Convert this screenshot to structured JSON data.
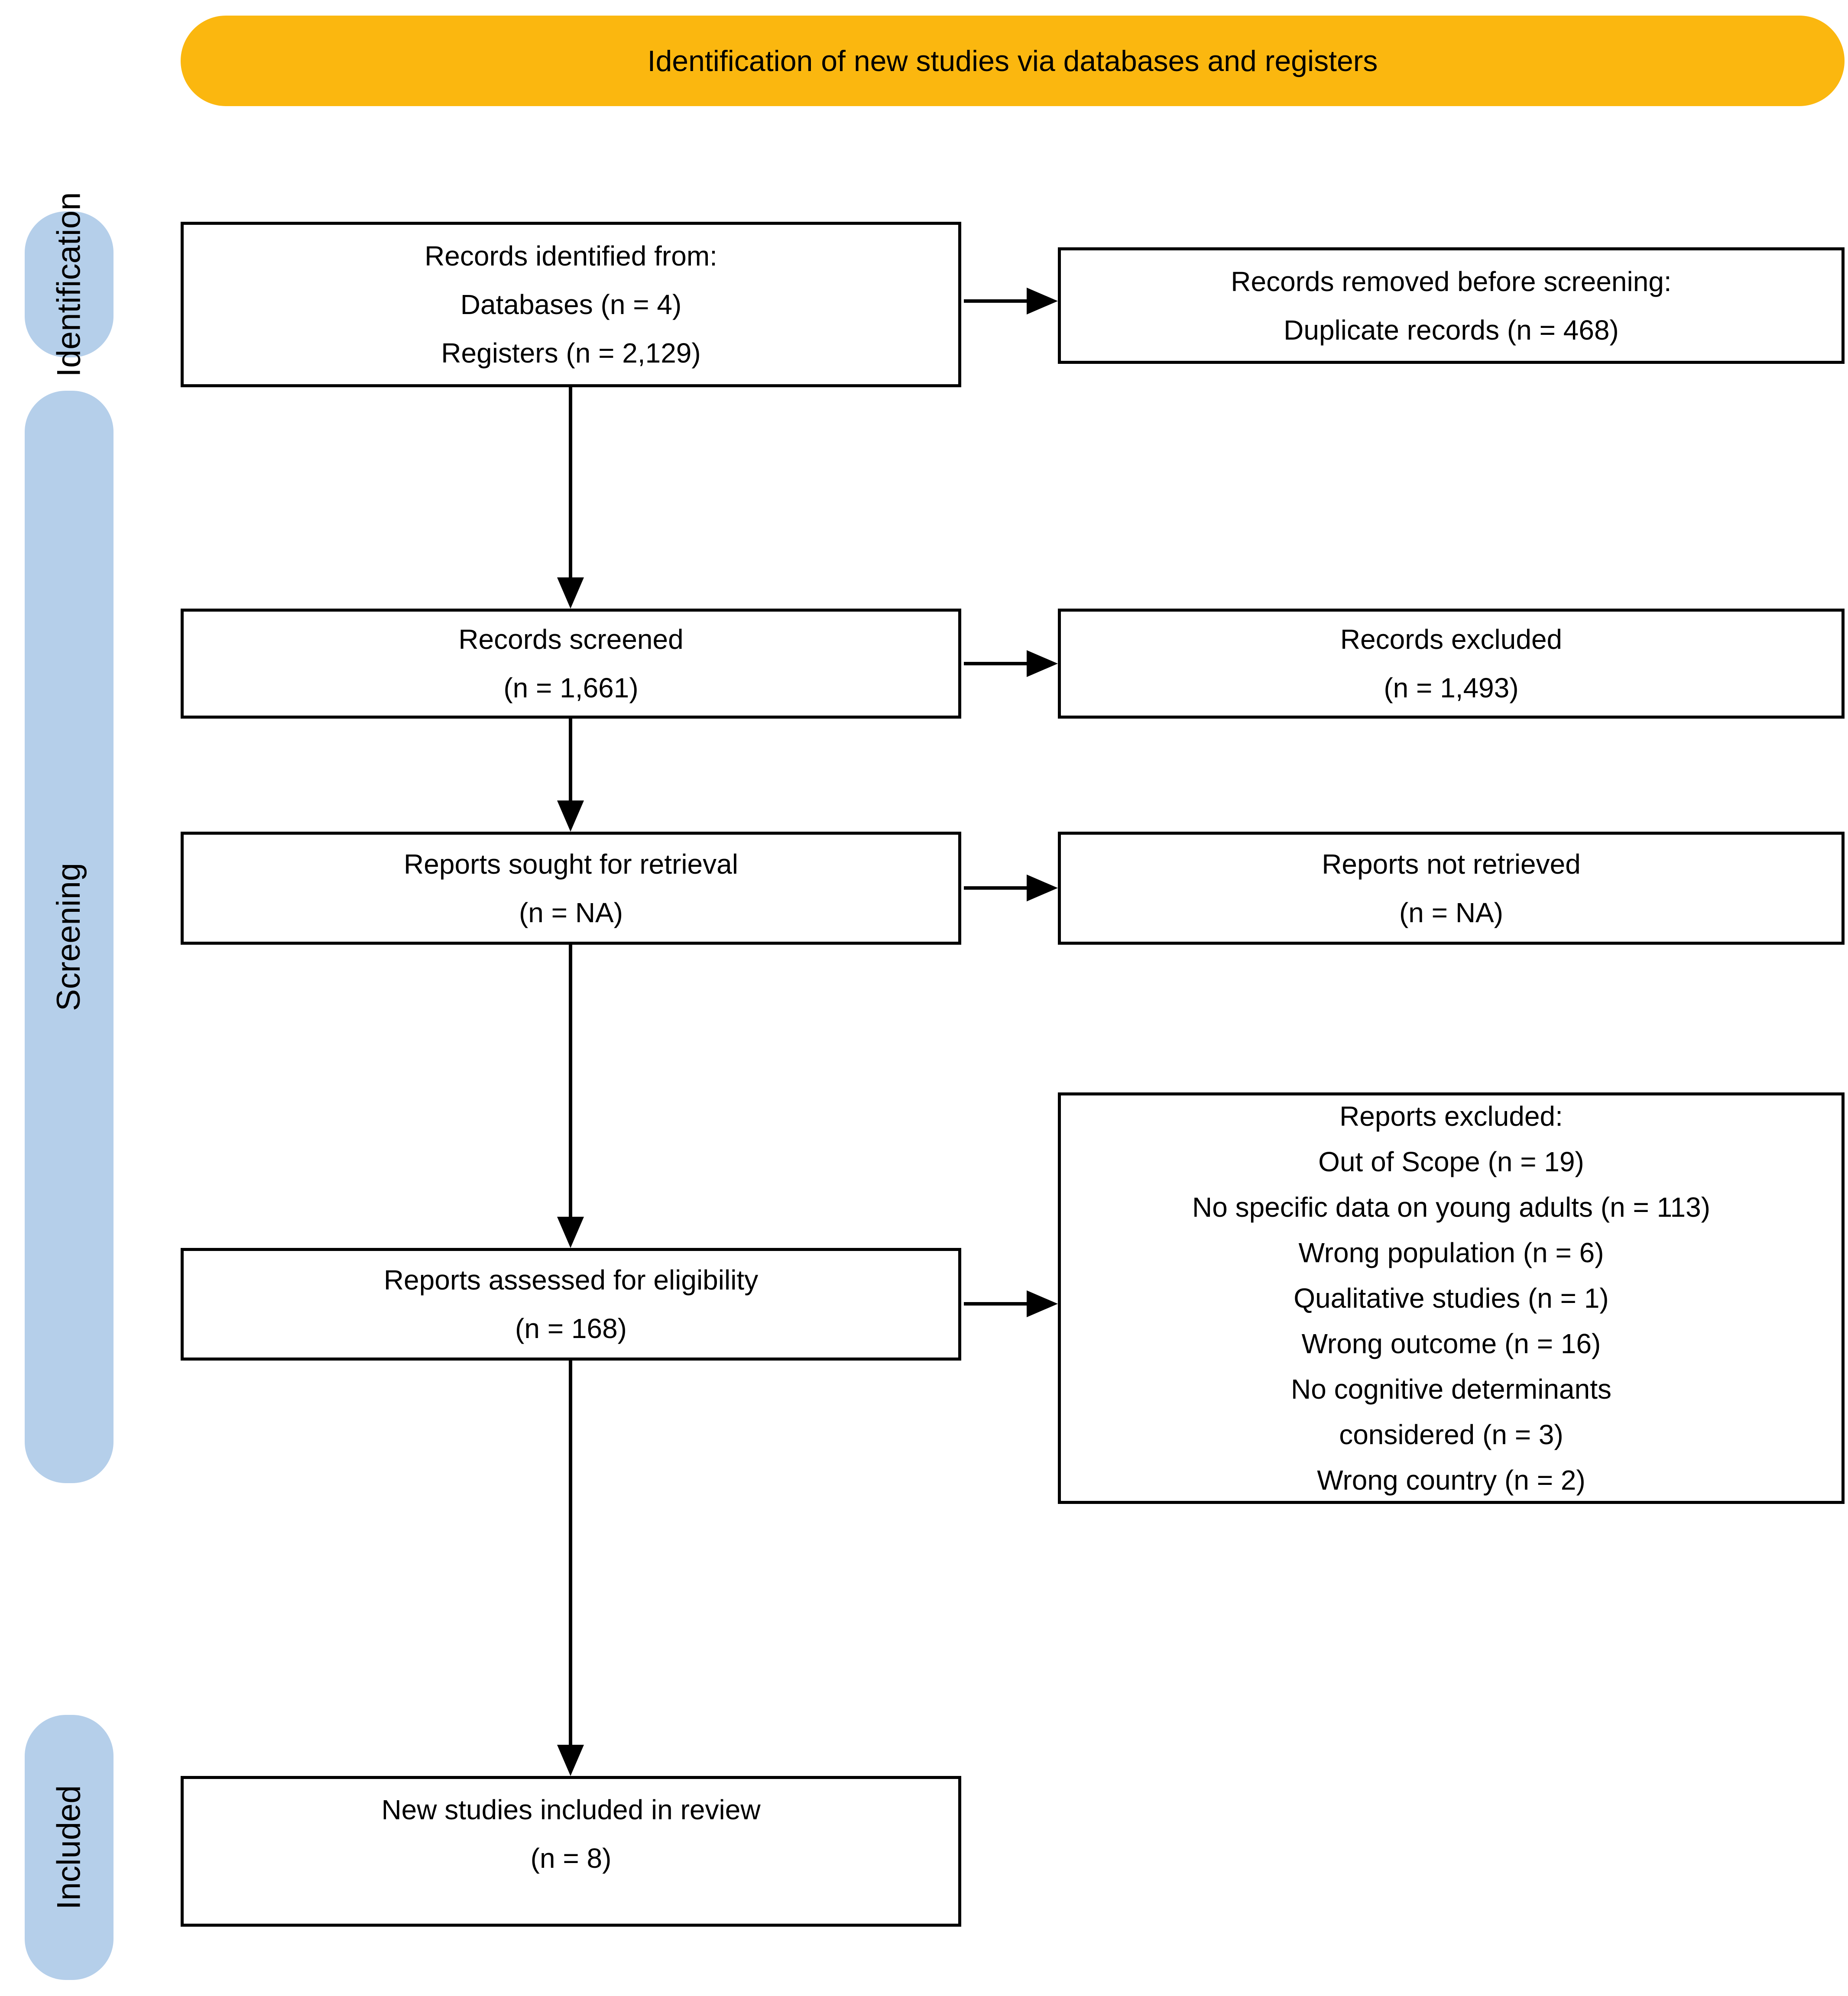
{
  "banner": {
    "label": "Identification of new studies via databases and registers",
    "bg_color": "#FBB70F"
  },
  "side_stages": {
    "bg_color": "#B5CFEA",
    "identification": "Identification",
    "screening": "Screening",
    "included": "Included"
  },
  "flow": {
    "identified": {
      "lines": [
        "Records identified from:",
        "Databases (n = 4)",
        "Registers (n = 2,129)"
      ]
    },
    "removed_before_screening": {
      "lines": [
        "Records removed before screening:",
        "Duplicate records (n = 468)"
      ]
    },
    "screened": {
      "lines": [
        "Records screened",
        "(n = 1,661)"
      ]
    },
    "records_excluded": {
      "lines": [
        "Records excluded",
        "(n = 1,493)"
      ]
    },
    "sought_for_retrieval": {
      "lines": [
        "Reports sought for retrieval",
        "(n = NA)"
      ]
    },
    "not_retrieved": {
      "lines": [
        "Reports not retrieved",
        "(n = NA)"
      ]
    },
    "assessed_for_eligibility": {
      "lines": [
        "Reports assessed for eligibility",
        "(n = 168)"
      ]
    },
    "reports_excluded": {
      "lines": [
        "Reports excluded:",
        "Out of Scope (n = 19)",
        "No specific data on young adults (n = 113)",
        "Wrong population (n = 6)",
        "Qualitative studies (n = 1)",
        "Wrong outcome (n = 16)",
        "No cognitive determinants",
        "considered (n = 3)",
        "Wrong country (n = 2)"
      ]
    },
    "new_studies_included": {
      "lines": [
        "New studies included in review",
        "(n = 8)"
      ]
    }
  }
}
